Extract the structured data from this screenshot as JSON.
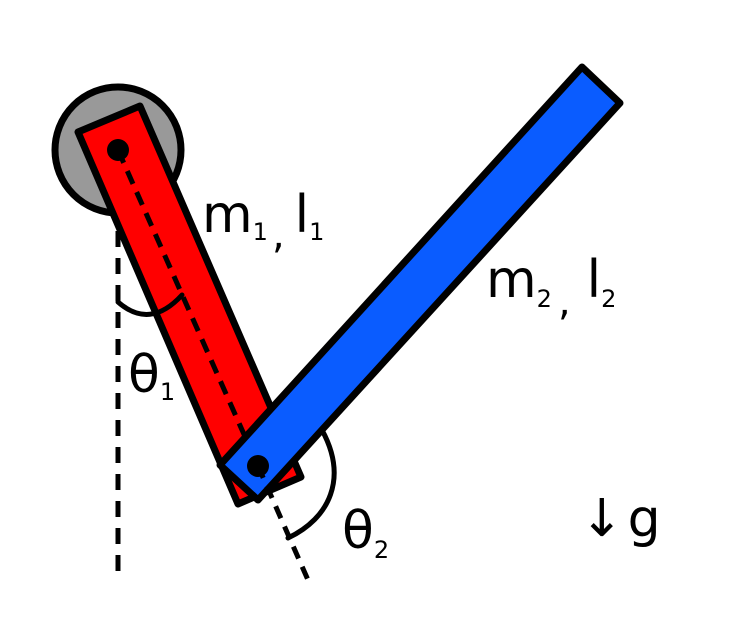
{
  "labels": {
    "link1": {
      "m": "m",
      "m_sub": "1",
      "sep": ",",
      "l": "l",
      "l_sub": "1"
    },
    "link2": {
      "m": "m",
      "m_sub": "2",
      "sep": ",",
      "l": "l",
      "l_sub": "2"
    },
    "theta1": {
      "sym": "θ",
      "sub": "1"
    },
    "theta2": {
      "sym": "θ",
      "sub": "2"
    },
    "gravity": {
      "arrow": "↓",
      "sym": "g"
    }
  },
  "colors": {
    "link1_fill": "#ff0000",
    "link2_fill": "#0a5cff",
    "pivot_fill": "#999999",
    "outline": "#000000"
  }
}
